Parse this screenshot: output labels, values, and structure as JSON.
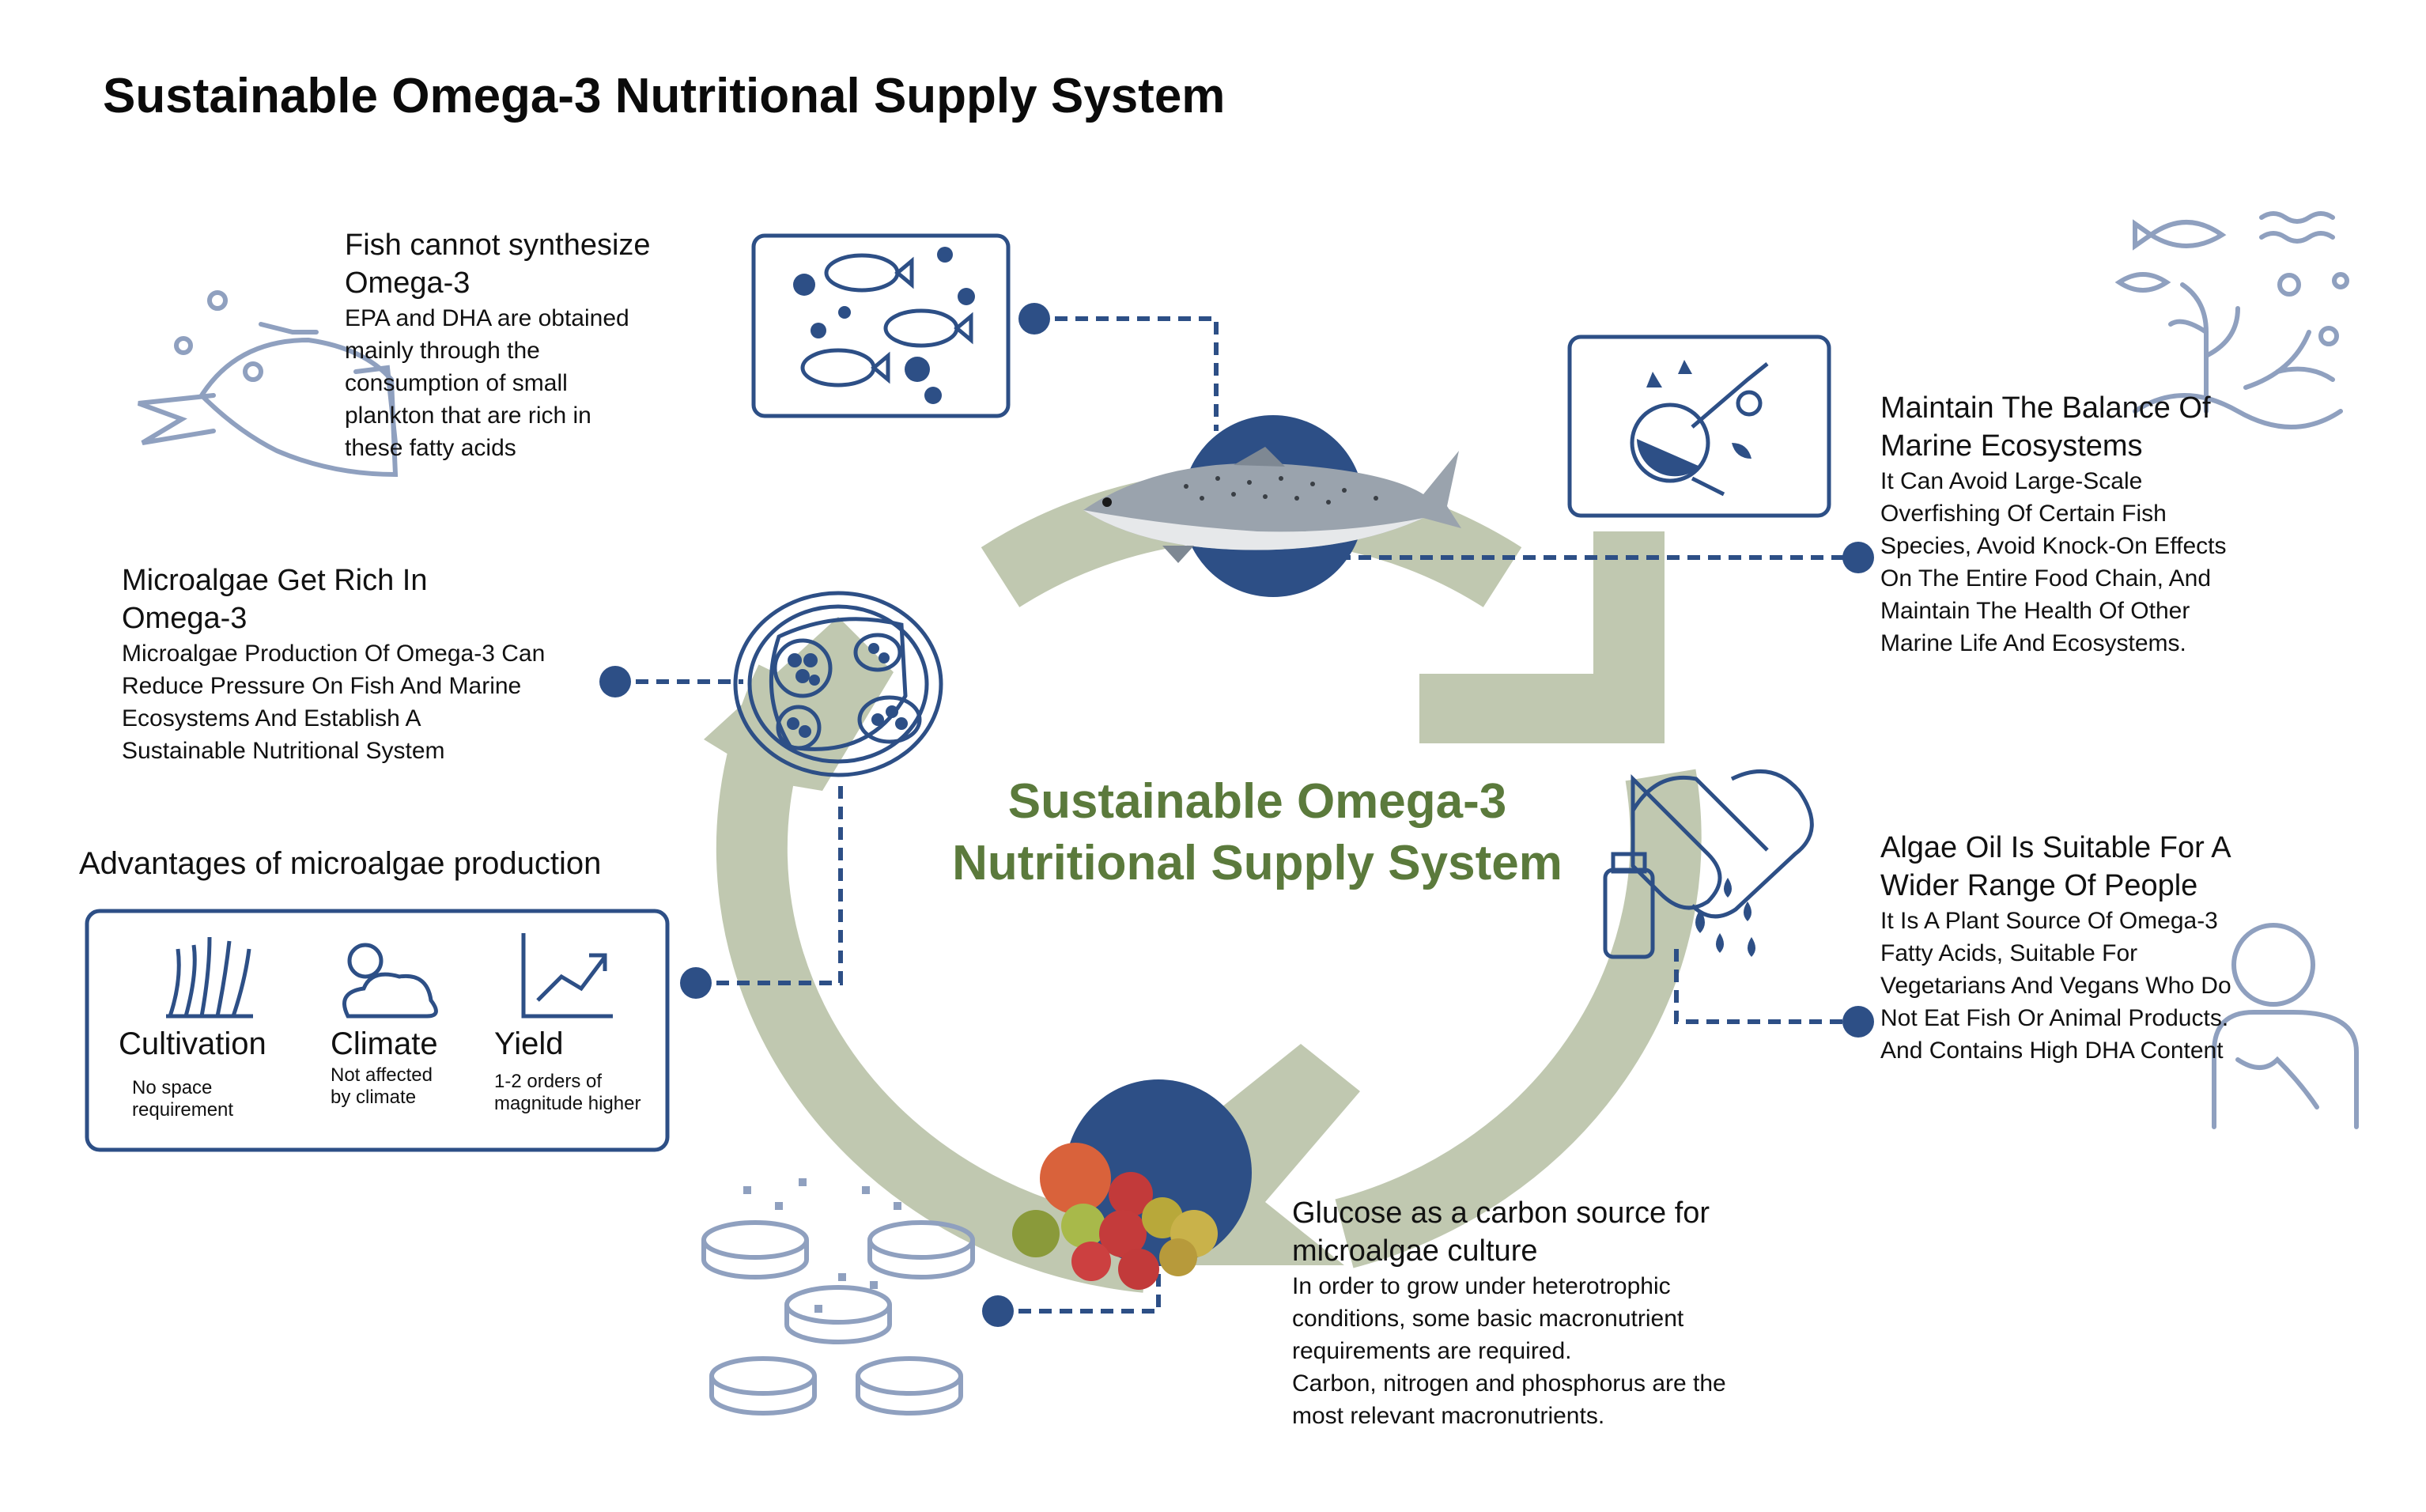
{
  "title": "Sustainable Omega-3 Nutritional Supply System",
  "center": {
    "line1": "Sustainable Omega-3",
    "line2": "Nutritional Supply System"
  },
  "fish_block": {
    "heading_line1": "Fish cannot synthesize",
    "heading_line2": "Omega-3",
    "body": [
      "EPA and DHA are obtained",
      "mainly through the",
      "consumption of small",
      "plankton that are rich in",
      "these fatty acids"
    ]
  },
  "microalgae_block": {
    "heading_line1": "Microalgae Get Rich In",
    "heading_line2": "Omega-3",
    "body": [
      "Microalgae Production Of Omega-3 Can",
      "Reduce Pressure On Fish And Marine",
      "Ecosystems And Establish A",
      "Sustainable Nutritional System"
    ]
  },
  "advantages": {
    "title": "Advantages of microalgae production",
    "items": [
      {
        "label": "Cultivation",
        "sub1": "No space",
        "sub2": "requirement"
      },
      {
        "label": "Climate",
        "sub1": "Not affected",
        "sub2": "by climate"
      },
      {
        "label": "Yield",
        "sub1": "1-2 orders of",
        "sub2": "magnitude higher"
      }
    ]
  },
  "marine_block": {
    "heading_line1": "Maintain The Balance Of",
    "heading_line2": "Marine Ecosystems",
    "body": [
      "It Can Avoid Large-Scale",
      "Overfishing Of Certain Fish",
      "Species, Avoid Knock-On Effects",
      "On The Entire Food Chain, And",
      "Maintain The Health Of Other",
      "Marine Life And Ecosystems."
    ]
  },
  "algae_oil_block": {
    "heading_line1": "Algae Oil Is Suitable For A",
    "heading_line2": "Wider Range Of People",
    "body": [
      "It Is A Plant Source Of Omega-3",
      "Fatty Acids, Suitable For",
      "Vegetarians And Vegans Who Do",
      "Not Eat Fish Or Animal Products.",
      "And Contains High DHA Content"
    ]
  },
  "glucose_block": {
    "heading_line1": "Glucose as a carbon source for",
    "heading_line2": "microalgae culture",
    "body": [
      "In order to grow under heterotrophic",
      "conditions, some basic macronutrient",
      "requirements are required.",
      "Carbon, nitrogen and phosphorus are the",
      "most relevant macronutrients."
    ]
  },
  "colors": {
    "navy": "#2d4f86",
    "light_icon": "#8fa0bf",
    "cycle_green": "#c0c8b0",
    "center_text": "#5b7a3c"
  },
  "icons": [
    "fish-plankton-icon",
    "angler-fish-icon",
    "microalgae-cell-icon",
    "coral-reef-icon",
    "capsule-pill-icon",
    "person-icon",
    "petri-dish-icon",
    "fruit-photo",
    "salmon-photo"
  ]
}
